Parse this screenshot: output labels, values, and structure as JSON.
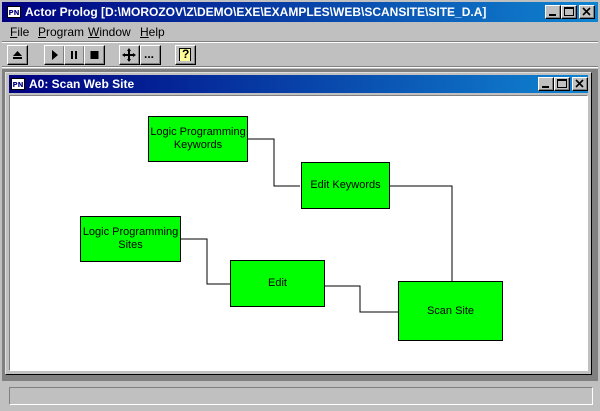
{
  "app": {
    "icon_label": "PN",
    "title": "Actor Prolog [D:\\MOROZOV\\Z\\DEMO\\EXE\\EXAMPLES\\WEB\\SCANSITE\\SITE_D.A]"
  },
  "menu": {
    "items": [
      "File",
      "Program",
      "Window",
      "Help"
    ]
  },
  "toolbar": {
    "buttons": [
      "eject-icon",
      "play-icon",
      "pause-icon",
      "stop-icon",
      "move-icon",
      "ellipsis-icon",
      "help-icon"
    ],
    "ellipsis_label": "...",
    "help_label": "?"
  },
  "child_window": {
    "icon_label": "PN",
    "title": "A0: Scan Web Site"
  },
  "diagram": {
    "nodes": {
      "lp_keywords": "Logic Programming\nKeywords",
      "edit_keywords": "Edit Keywords",
      "lp_sites": "Logic Programming\nSites",
      "edit": "Edit",
      "scan_site": "Scan Site"
    },
    "node_color": "#00ff00"
  },
  "status": {
    "text": ""
  }
}
